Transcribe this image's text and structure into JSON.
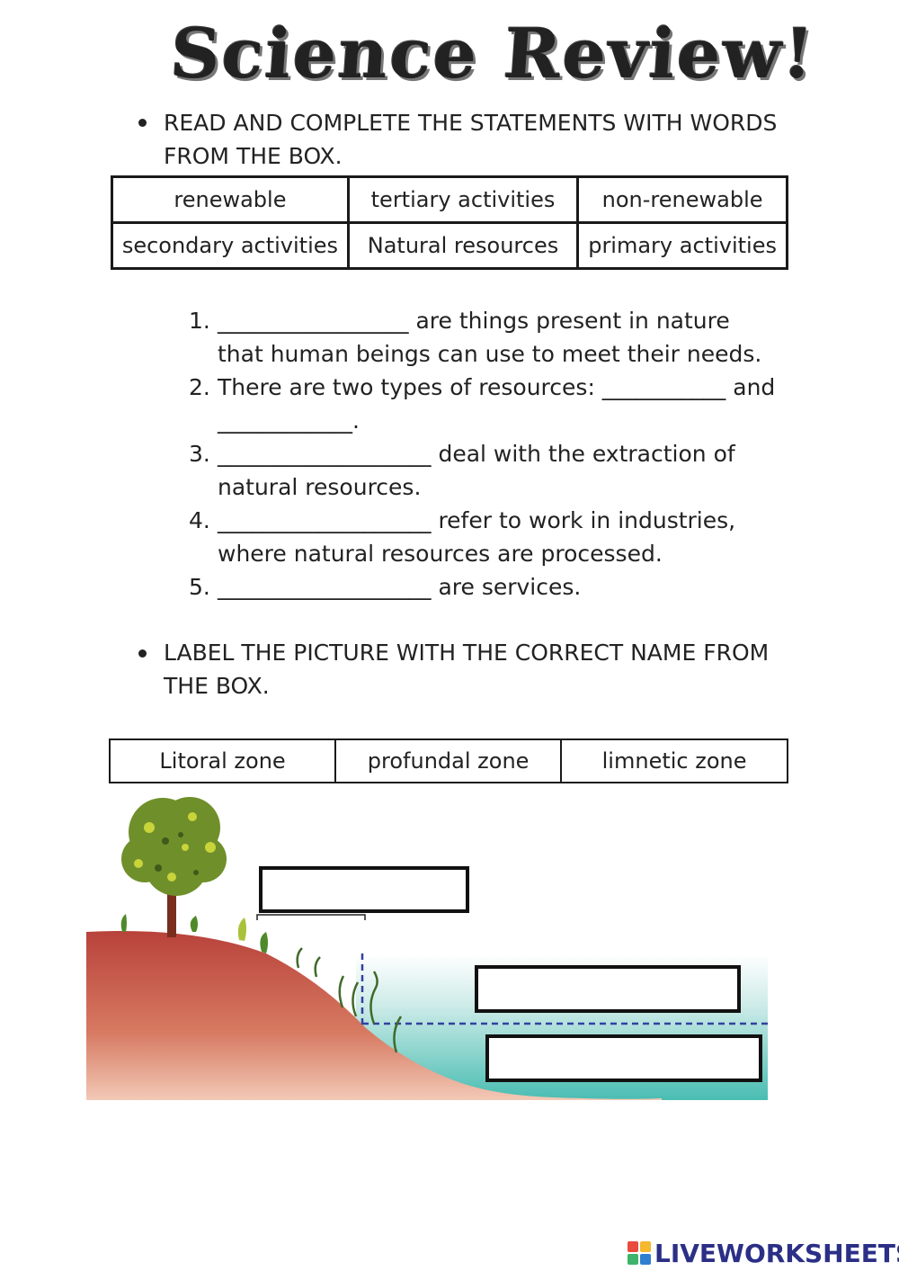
{
  "title": "Science Review!",
  "section1": {
    "instruction_line1": "READ AND COMPLETE THE STATEMENTS WITH WORDS",
    "instruction_line2": "FROM THE BOX.",
    "word_box": [
      [
        "renewable",
        "tertiary activities",
        "non-renewable"
      ],
      [
        "secondary activities",
        "Natural resources",
        "primary activities"
      ]
    ],
    "questions": [
      {
        "num": "1.",
        "line1": "_________________ are things present in nature",
        "line2": "that human beings can use to meet their needs."
      },
      {
        "num": "2.",
        "line1": "There are two types of resources: ___________ and",
        "line2": "____________."
      },
      {
        "num": "3.",
        "line1": "___________________ deal with the extraction of",
        "line2": "natural resources."
      },
      {
        "num": "4.",
        "line1": "___________________ refer to work in industries,",
        "line2": "where natural resources are processed."
      },
      {
        "num": "5.",
        "line1": "___________________ are services.",
        "line2": ""
      }
    ]
  },
  "section2": {
    "instruction_line1": "LABEL THE PICTURE WITH THE CORRECT NAME FROM",
    "instruction_line2": "THE BOX.",
    "word_box": [
      "Litoral zone",
      "profundal zone",
      "limnetic zone"
    ]
  },
  "brand": {
    "name": "LIVEWORKSHEETS",
    "color": "#2b2f86"
  },
  "colors": {
    "land": "#c9584a",
    "water": "#63c6bf",
    "tree": "#6f8f2a"
  }
}
